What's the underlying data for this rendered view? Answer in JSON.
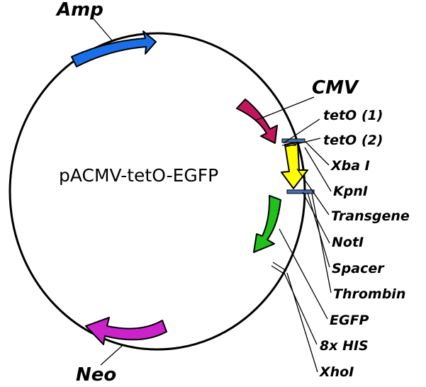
{
  "plasmid": {
    "name": "pACMV-tetO-EGFP",
    "features": {
      "amp": {
        "label": "Amp",
        "color": "#1a6fe8"
      },
      "cmv": {
        "label": "CMV",
        "color": "#c2185b"
      },
      "tetO1": {
        "label": "tetO (1)"
      },
      "tetO2": {
        "label": "tetO (2)"
      },
      "xbaI": {
        "label": "Xba I"
      },
      "kpnI": {
        "label": "KpnI"
      },
      "transgene": {
        "label": "Transgene",
        "color": "#ffff00"
      },
      "notI": {
        "label": "NotI"
      },
      "spacer": {
        "label": "Spacer"
      },
      "thrombin": {
        "label": "Thrombin"
      },
      "egfp": {
        "label": "EGFP",
        "color": "#22c01c"
      },
      "his": {
        "label": "8x HIS"
      },
      "xhoI": {
        "label": "XhoI"
      },
      "neo": {
        "label": "Neo",
        "color": "#cc22cc"
      }
    },
    "marker_color": "#4a6fb0"
  }
}
